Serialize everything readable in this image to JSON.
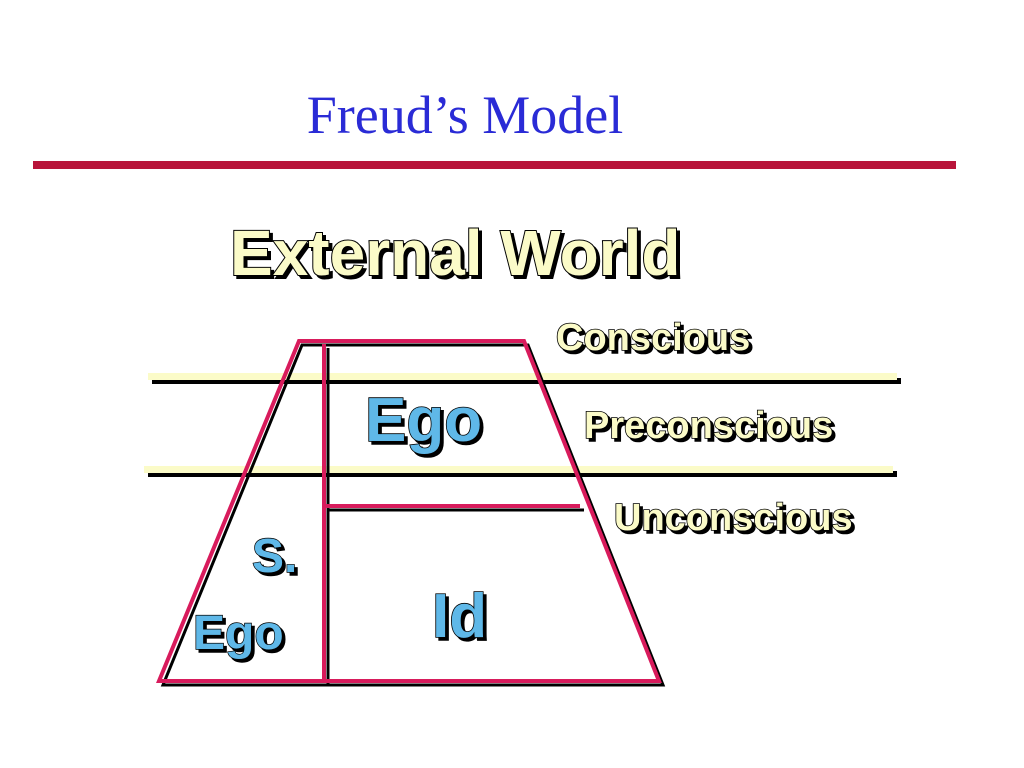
{
  "slide": {
    "title": "Freud’s Model"
  },
  "diagram": {
    "world_label": "External World",
    "levels": {
      "conscious": "Conscious",
      "preconscious": "Preconscious",
      "unconscious": "Unconscious"
    },
    "parts": {
      "ego": "Ego",
      "id": "Id",
      "superego_line1": "S.",
      "superego_line2": "Ego"
    },
    "colors": {
      "title": "#2a2bd6",
      "rule": "#b8143a",
      "outline": "#d81b5c",
      "level_lines": "#fbfbc8",
      "world_fill": "#fbfbc8",
      "part_fill": "#5fb8e8"
    }
  }
}
